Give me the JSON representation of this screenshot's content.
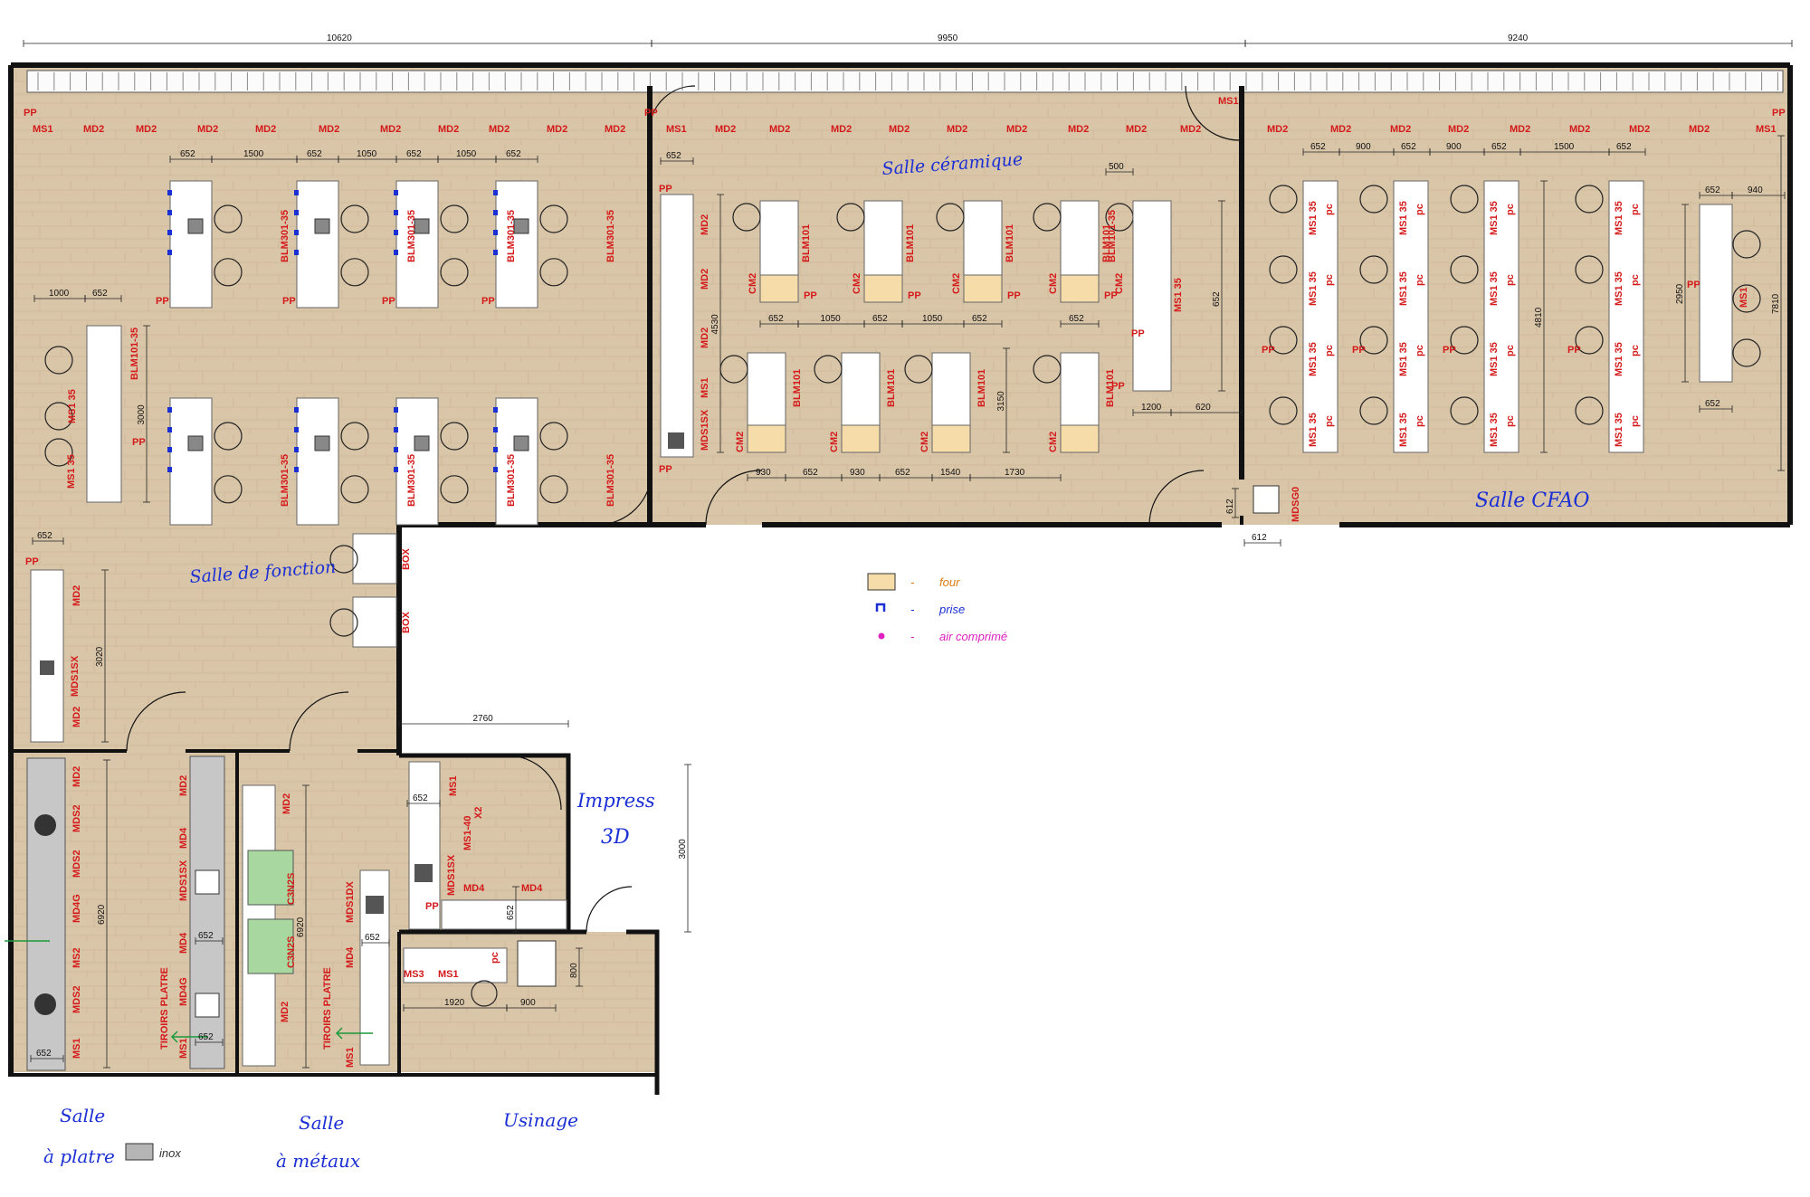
{
  "dimensions": {
    "top": [
      "10620",
      "9950",
      "9240"
    ],
    "salle_fonction": [
      "652",
      "1500",
      "652",
      "1050",
      "652",
      "1050",
      "652",
      "1000",
      "652",
      "3000",
      "652",
      "3020"
    ],
    "ceramique": [
      "652",
      "500",
      "4530",
      "652",
      "1050",
      "652",
      "1050",
      "652",
      "652",
      "930",
      "652",
      "930",
      "652",
      "1540",
      "1730",
      "3150",
      "652",
      "1200",
      "620",
      "612"
    ],
    "cfao": [
      "652",
      "900",
      "652",
      "900",
      "652",
      "1500",
      "652",
      "652",
      "940",
      "2950",
      "4810",
      "7810",
      "652"
    ],
    "bottom": [
      "652",
      "6920",
      "652",
      "6920",
      "652",
      "652",
      "652",
      "2760",
      "652",
      "652",
      "3000",
      "800",
      "1920",
      "900",
      "652",
      "652"
    ]
  },
  "labels": {
    "ms1": "MS1",
    "md2": "MD2",
    "pp": "PP",
    "md4": "MD4",
    "ms2": "MS2",
    "md4g": "MD4G",
    "mds2": "MDS2",
    "ms3": "MS3",
    "cm2": "CM2",
    "blm101": "BLM101",
    "blm101_35": "BLM101-35",
    "blm301_35": "BLM301-35",
    "ms1_35": "MS1 35",
    "pc": "pc",
    "box": "BOX",
    "mds1sx": "MDS1SX",
    "mds1dx": "MDS1DX",
    "ms1_40": "MS1-40",
    "x2": "X2",
    "c3n2s": "C3N2S",
    "mdsg0": "MDSG0",
    "tiroir": "TIROIRS PLATRE",
    "ms1_40b": "MS1 40"
  },
  "rooms": {
    "fonction": "Salle de fonction",
    "ceramique": "Salle céramique",
    "cfao": "Salle CFAO",
    "impress": [
      "Impress",
      "3D"
    ],
    "platre": [
      "Salle",
      "à platre"
    ],
    "metaux": [
      "Salle",
      "à métaux"
    ],
    "usinage": "Usinage"
  },
  "legend": {
    "four": "four",
    "prise": "prise",
    "air": "air comprimé",
    "inox": "inox"
  },
  "colors": {
    "floor": "#d9c5a8",
    "wall": "#111111",
    "room_text": "#1a2fd4",
    "label_red": "#d41a1a",
    "four_fill": "#f5dca8",
    "four_text": "#e07a10",
    "prise": "#1a2fd4",
    "air": "#e020c0",
    "inox": "#b5b5b5"
  }
}
